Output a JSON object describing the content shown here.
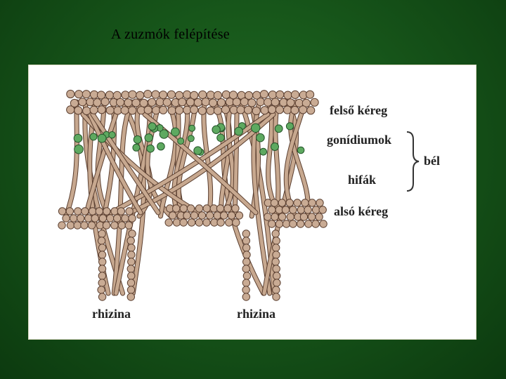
{
  "slide": {
    "title": "A zuzmók felépítése"
  },
  "labels": {
    "upper_cortex": "felső kéreg",
    "gonidia": "gonídiumok",
    "medulla": "bél",
    "hyphae": "hifák",
    "lower_cortex": "alsó kéreg",
    "rhizina_left": "rhizina",
    "rhizina_right": "rhizina"
  },
  "colors": {
    "background_green": "#17561a",
    "cell_fill": "#c9ab94",
    "cell_stroke": "#5b3f30",
    "hypha_fill": "#c7a88f",
    "gonidium_fill": "#5ea960",
    "gonidium_stroke": "#24542a"
  }
}
